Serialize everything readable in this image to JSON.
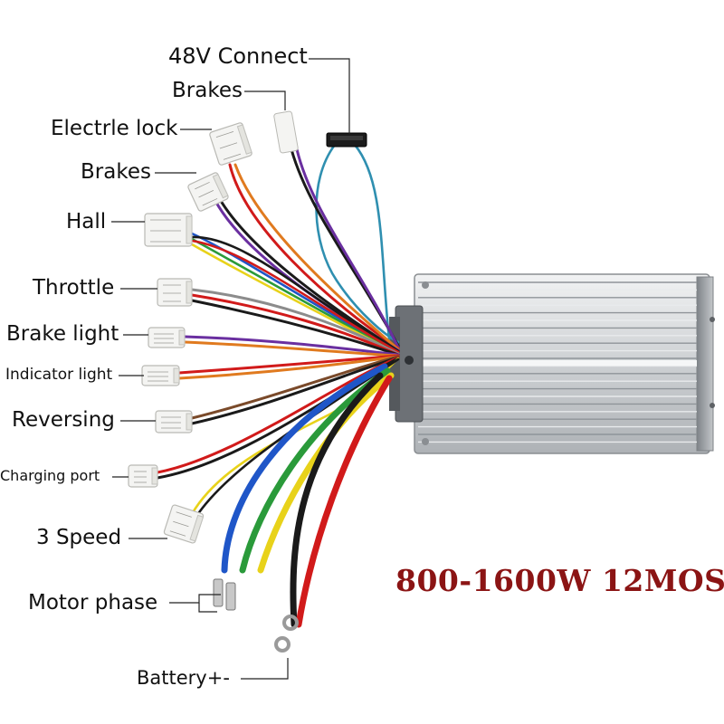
{
  "title": "800-1600W 12MOS",
  "colors": {
    "title": "#8b1414",
    "leader": "#222222",
    "housing": "#c9ccd0",
    "fin_dark": "#8f9499",
    "fin_light": "#e8eaec"
  },
  "labels": {
    "connect_48v": "48V Connect",
    "brakes_top": "Brakes",
    "electric_lock": "Electrle lock",
    "brakes": "Brakes",
    "hall": "Hall",
    "throttle": "Throttle",
    "brake_light": "Brake light",
    "indicator_light": "Indicator light",
    "reversing": "Reversing",
    "charging_port": "Charging port",
    "speed3": "3 Speed",
    "motor_phase": "Motor phase",
    "battery": "Battery+-"
  },
  "connectors": [
    {
      "name": "electric-lock-connector",
      "icon": "connector-plug-icon"
    },
    {
      "name": "brakes-connector",
      "icon": "connector-plug-icon"
    },
    {
      "name": "hall-connector",
      "icon": "connector-plug-icon"
    },
    {
      "name": "throttle-connector",
      "icon": "connector-plug-icon"
    },
    {
      "name": "brake-light-connector",
      "icon": "connector-plug-icon"
    },
    {
      "name": "indicator-light-connector",
      "icon": "connector-plug-icon"
    },
    {
      "name": "reversing-connector",
      "icon": "connector-plug-icon"
    },
    {
      "name": "charging-port-connector",
      "icon": "connector-plug-icon"
    },
    {
      "name": "speed3-connector",
      "icon": "connector-plug-icon"
    }
  ],
  "wire_colors": {
    "orange": "#e07a1f",
    "purple": "#6a2fa0",
    "black": "#1a1a1a",
    "red": "#d11a1a",
    "brown": "#7a4a2a",
    "blue": "#1f56c8",
    "green": "#2a9a3a",
    "yellow": "#e8d21a",
    "teal": "#2f8fb0",
    "gray": "#8c8c8c",
    "white": "#eeeeee"
  }
}
